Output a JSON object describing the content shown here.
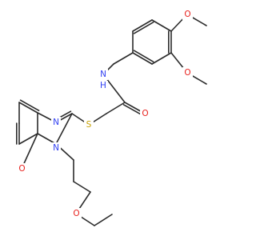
{
  "figure": {
    "type": "chemical-structure",
    "background": "#ffffff",
    "bond_color": "#2b2b2b"
  },
  "colors": {
    "O": "#e8221e",
    "N": "#2f3ff2",
    "S": "#c7a100"
  },
  "atom_labels": {
    "o_methoxy_top": "O",
    "o_methoxy_mid": "O",
    "n_amide": "N",
    "h_amide": "H",
    "o_amide": "O",
    "s_thioether": "S",
    "n_ring_top": "N",
    "n_ring_bottom": "N",
    "o_ring": "O",
    "o_ether": "O"
  }
}
